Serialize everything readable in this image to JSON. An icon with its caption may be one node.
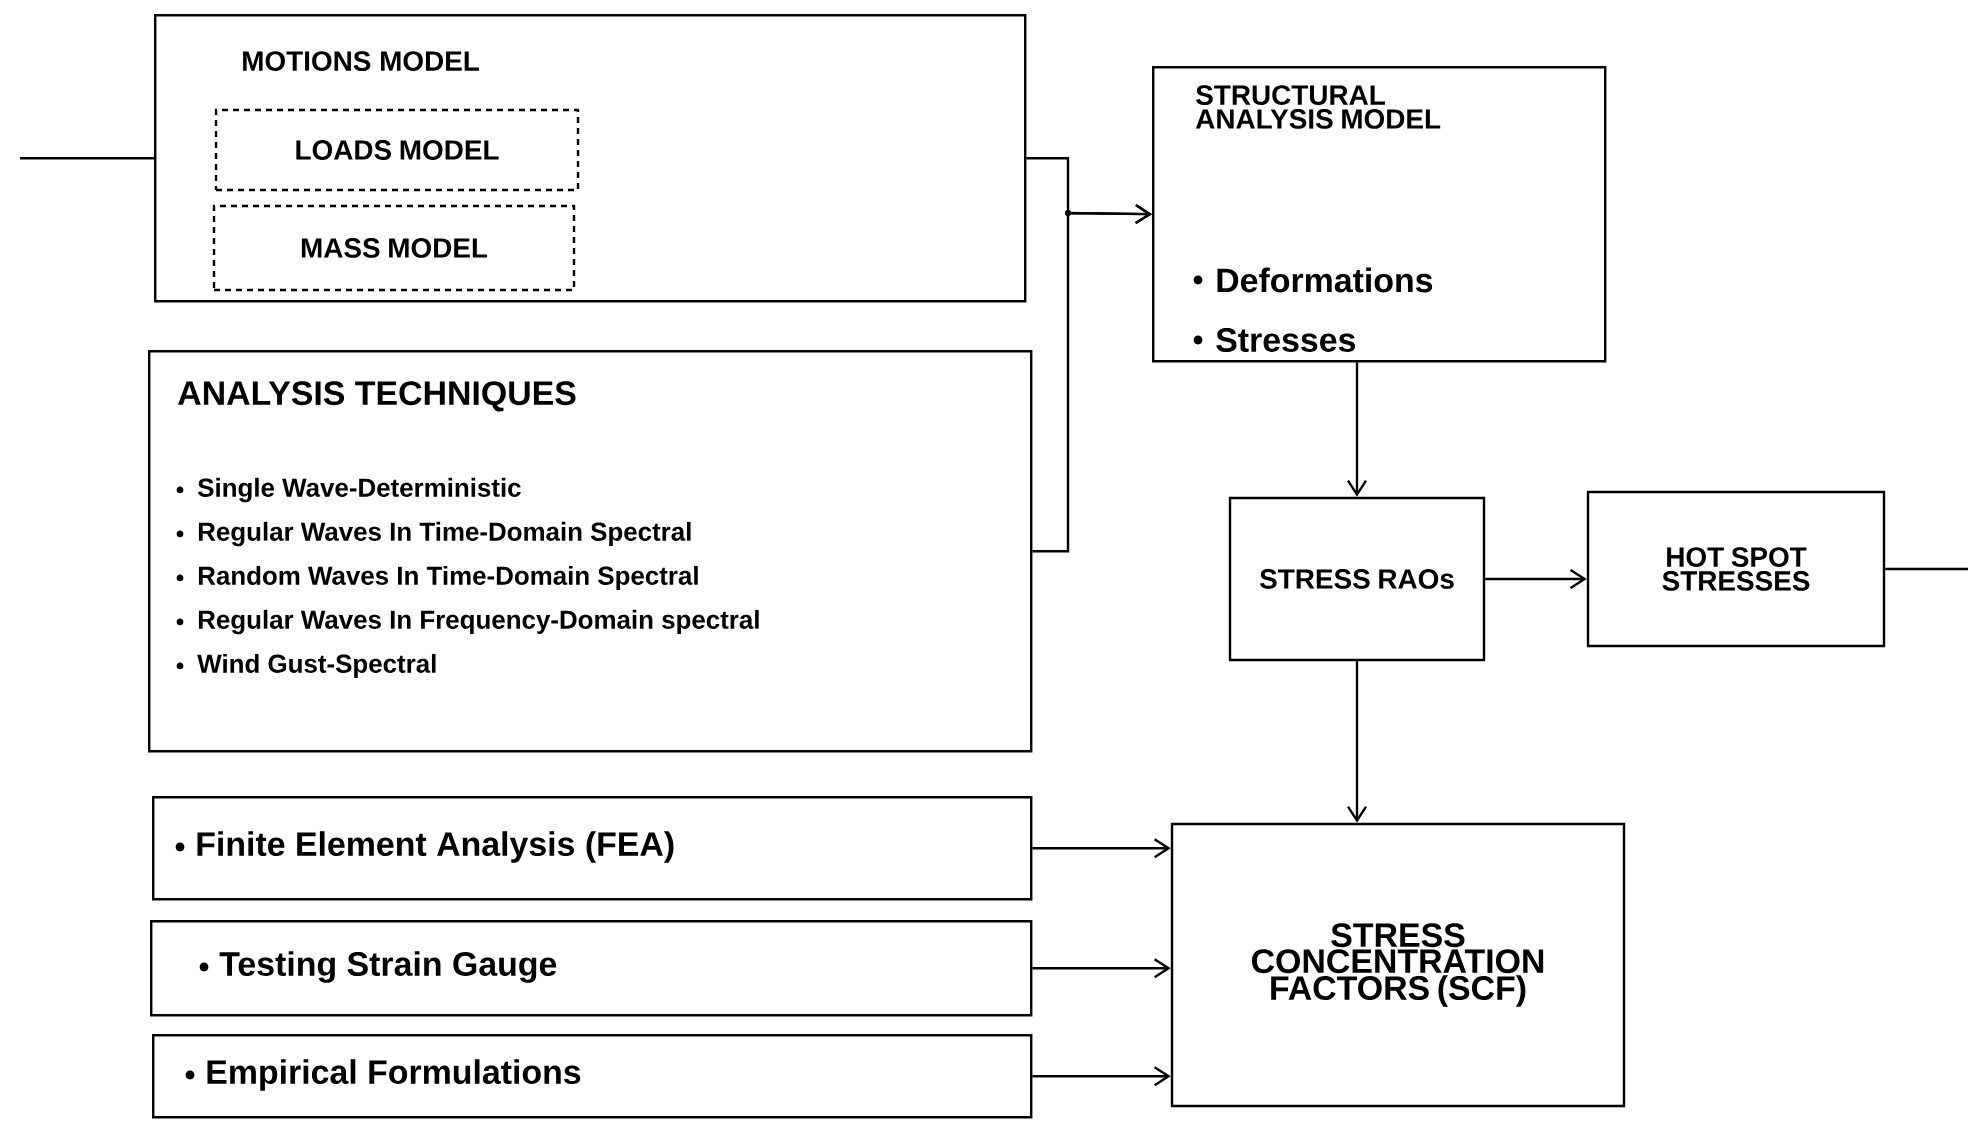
{
  "diagram": {
    "nodes": [
      {
        "text": [
          "MOTIONS MODEL"
        ]
      },
      {
        "text": [
          "LOADS MODEL"
        ],
        "in": 0
      },
      {
        "text": [
          "MASS MODEL"
        ],
        "in": 0
      },
      {
        "text": [
          "ANALYSIS TECHNIQUES",
          "Single Wave-Deterministic",
          "Regular Waves In Time-Domain Spectral",
          "Random Waves In Time-Domain Spectral",
          "Regular Waves In Frequency-Domain spectral",
          "Wind Gust-Spectral"
        ]
      },
      {
        "text": [
          "STRUCTURAL ANALYSIS MODEL",
          "Deformations",
          "Stresses"
        ]
      },
      {
        "text": [
          "STRESS RAOs"
        ]
      },
      {
        "text": [
          "HOT SPOT STRESSES"
        ]
      },
      {
        "text": [
          "Finite Element Analysis (FEA)"
        ]
      },
      {
        "text": [
          "Testing Strain Gauge"
        ]
      },
      {
        "text": [
          "Empirical Formulations"
        ]
      },
      {
        "text": [
          "STRESS CONCENTRATION FACTORS (SCF)"
        ]
      }
    ],
    "edges": [
      {
        "from": null,
        "to": 0,
        "arrow": "none"
      },
      {
        "from": 0,
        "to": 4,
        "arrow": "to"
      },
      {
        "from": 3,
        "to": 4,
        "arrow": "to"
      },
      {
        "from": 4,
        "to": 5,
        "arrow": "to"
      },
      {
        "from": 5,
        "to": 6,
        "arrow": "to"
      },
      {
        "from": 6,
        "to": null,
        "arrow": "none"
      },
      {
        "from": 5,
        "to": 10,
        "arrow": "to"
      },
      {
        "from": 7,
        "to": 10,
        "arrow": "to"
      },
      {
        "from": 8,
        "to": 10,
        "arrow": "to"
      },
      {
        "from": 9,
        "to": 10,
        "arrow": "to"
      }
    ]
  }
}
